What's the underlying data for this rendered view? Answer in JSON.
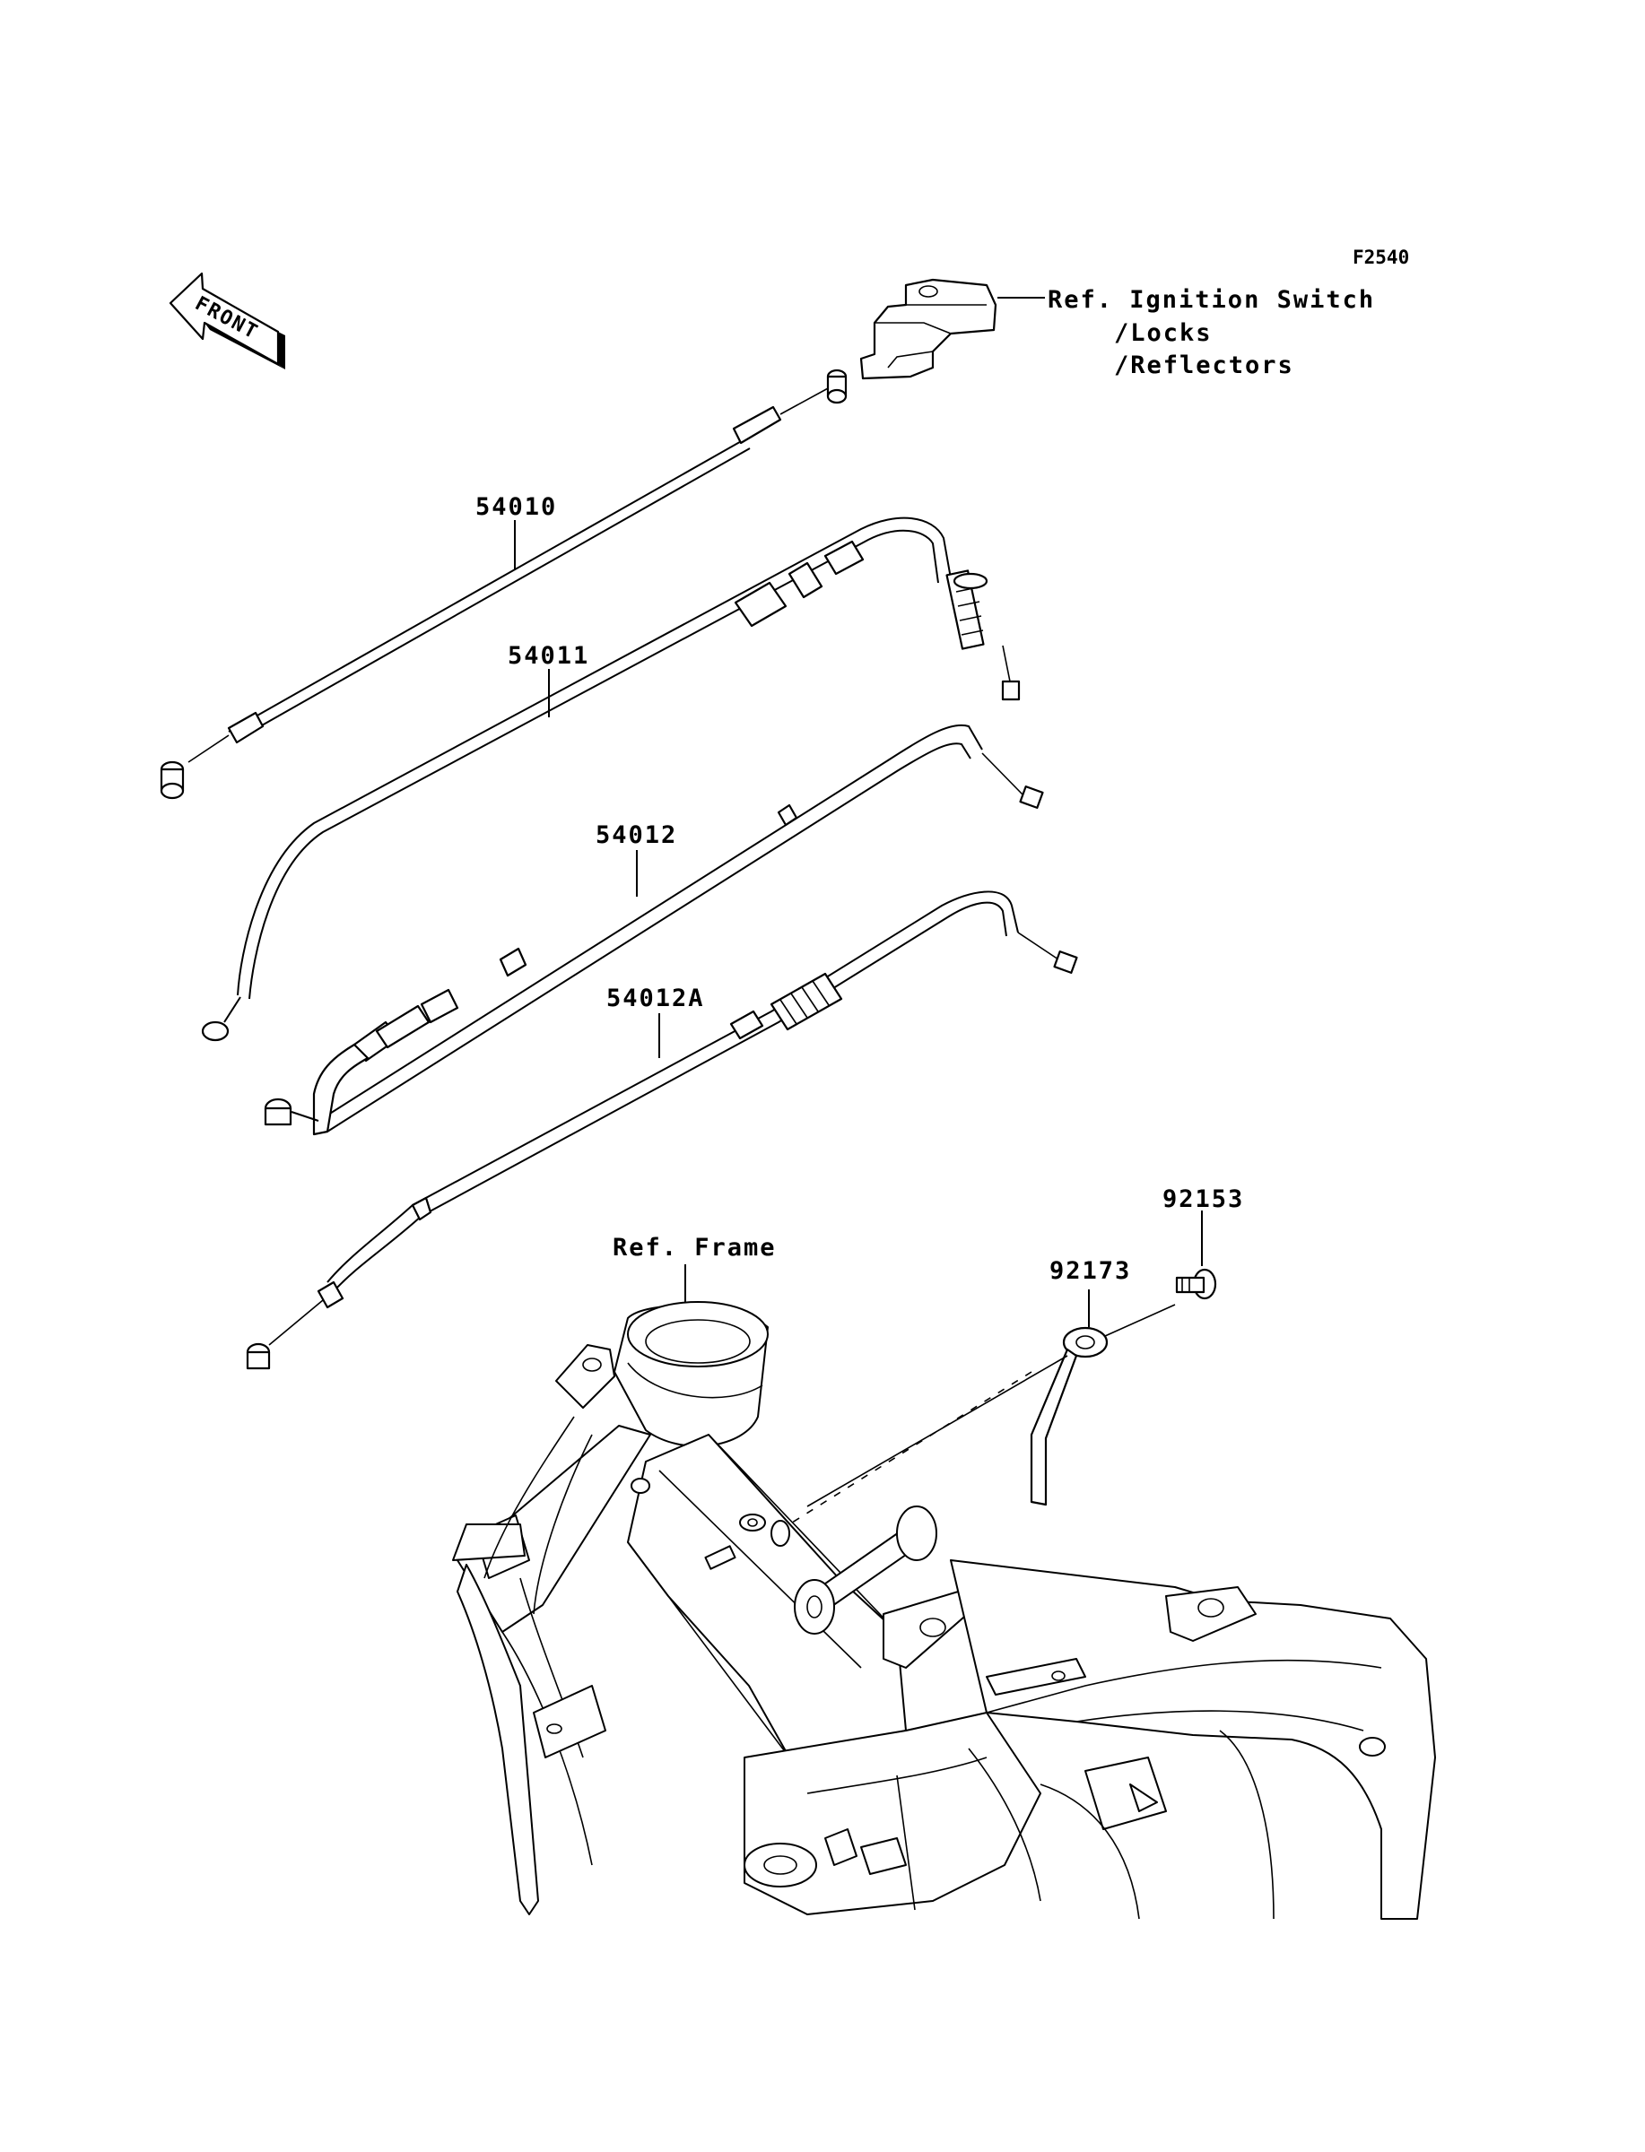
{
  "diagram": {
    "figure_code": "F2540",
    "front_label": "FRONT",
    "ref_ignition": {
      "line1": "Ref. Ignition Switch",
      "line2": "/Locks",
      "line3": "/Reflectors"
    },
    "ref_frame": "Ref. Frame",
    "parts": [
      {
        "number": "54010"
      },
      {
        "number": "54011"
      },
      {
        "number": "54012"
      },
      {
        "number": "54012A"
      },
      {
        "number": "92173"
      },
      {
        "number": "92153"
      }
    ]
  }
}
